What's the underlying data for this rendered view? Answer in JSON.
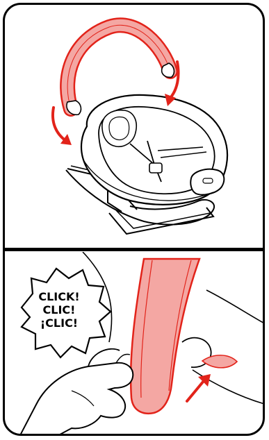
{
  "callout": {
    "lines": [
      "CLICK!",
      "CLIC!",
      "¡CLIC!"
    ]
  },
  "colors": {
    "handle_fill": "#f4a7a3",
    "handle_stroke": "#e2231a",
    "arrow": "#e2231a",
    "line": "#000000"
  }
}
